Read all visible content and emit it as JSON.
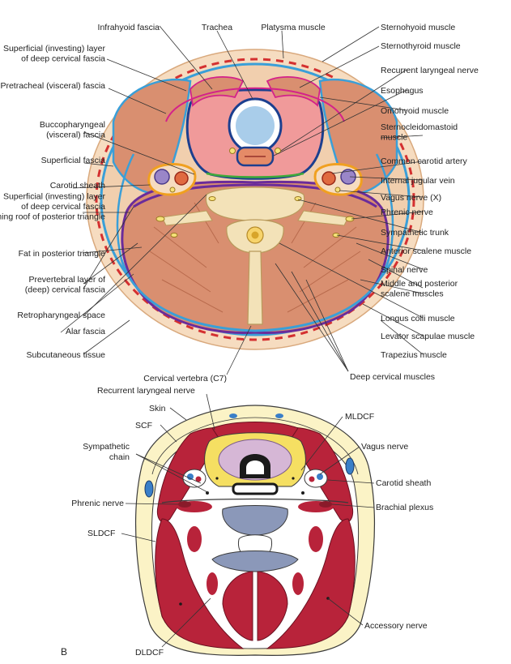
{
  "diagram_a": {
    "labels_top": {
      "infrahyoid_fascia": "Infrahyoid fascia",
      "trachea": "Trachea",
      "platysma": "Platysma muscle"
    },
    "labels_left": [
      {
        "id": "superficial_investing_1",
        "lines": [
          "Superficial (investing) layer",
          "of deep cervical fascia"
        ]
      },
      {
        "id": "pretracheal",
        "lines": [
          "Pretracheal (visceral) fascia"
        ]
      },
      {
        "id": "buccopharyngeal",
        "lines": [
          "Buccopharyngeal",
          "(visceral) fascia"
        ]
      },
      {
        "id": "superficial_fascia",
        "lines": [
          "Superficial fascia"
        ]
      },
      {
        "id": "carotid_sheath",
        "lines": [
          "Carotid sheath"
        ]
      },
      {
        "id": "superficial_investing_2",
        "lines": [
          "Superficial (investing) layer",
          "of deep cervical fascia",
          "forming roof of posterior triangle"
        ]
      },
      {
        "id": "fat_posterior",
        "lines": [
          "Fat in posterior triangle"
        ]
      },
      {
        "id": "prevertebral",
        "lines": [
          "Prevertebral layer of",
          "(deep) cervical fascia"
        ]
      },
      {
        "id": "retropharyngeal",
        "lines": [
          "Retropharyngeal space"
        ]
      },
      {
        "id": "alar",
        "lines": [
          "Alar fascia"
        ]
      },
      {
        "id": "subcutaneous",
        "lines": [
          "Subcutaneous tissue"
        ]
      }
    ],
    "labels_right": [
      {
        "id": "sternohyoid",
        "lines": [
          "Sternohyoid muscle"
        ]
      },
      {
        "id": "sternothyroid",
        "lines": [
          "Sternothyroid muscle"
        ]
      },
      {
        "id": "recurrent_laryngeal",
        "lines": [
          "Recurrent laryngeal nerve"
        ]
      },
      {
        "id": "esophagus",
        "lines": [
          "Esophagus"
        ]
      },
      {
        "id": "omohyoid",
        "lines": [
          "Omohyoid muscle"
        ]
      },
      {
        "id": "scm",
        "lines": [
          "Sternocleidomastoid",
          "muscle"
        ]
      },
      {
        "id": "common_carotid",
        "lines": [
          "Common carotid artery"
        ]
      },
      {
        "id": "internal_jugular",
        "lines": [
          "Internal jugular vein"
        ]
      },
      {
        "id": "vagus",
        "lines": [
          "Vagus nerve (X)"
        ]
      },
      {
        "id": "phrenic",
        "lines": [
          "Phrenic nerve"
        ]
      },
      {
        "id": "sympathetic_trunk",
        "lines": [
          "Sympathetic trunk"
        ]
      },
      {
        "id": "anterior_scalene",
        "lines": [
          "Anterior scalene muscle"
        ]
      },
      {
        "id": "spinal_nerve",
        "lines": [
          "Spinal nerve"
        ]
      },
      {
        "id": "scalene_mp",
        "lines": [
          "Middle and posterior",
          "scalene muscles"
        ]
      },
      {
        "id": "longus_colli",
        "lines": [
          "Longus colli muscle"
        ]
      },
      {
        "id": "levator_scapulae",
        "lines": [
          "Levator scapulae muscle"
        ]
      },
      {
        "id": "trapezius",
        "lines": [
          "Trapezius muscle"
        ]
      }
    ],
    "labels_bottom": {
      "cervical_vertebra": "Cervical vertebra (C7)",
      "deep_cervical": "Deep cervical muscles"
    }
  },
  "diagram_b": {
    "panel_letter": "B",
    "labels": {
      "recurrent_laryngeal": "Recurrent laryngeal nerve",
      "skin": "Skin",
      "scf": "SCF",
      "sympathetic_chain": [
        "Sympathetic",
        "chain"
      ],
      "phrenic": "Phrenic nerve",
      "sldcf": "SLDCF",
      "dldcf": "DLDCF",
      "mldcf": "MLDCF",
      "vagus": "Vagus nerve",
      "carotid_sheath": "Carotid sheath",
      "brachial_plexus": "Brachial plexus",
      "accessory": "Accessory nerve"
    }
  },
  "colors": {
    "skin": "#f6dcc0",
    "muscle": "#d98f70",
    "muscle_dark": "#c77a5c",
    "trachea_pink": "#f09a9a",
    "trachea_blue": "#a9cdea",
    "fascia_blue": "#3a9fd8",
    "fascia_navy": "#1c3f8f",
    "fascia_purple": "#6b2c9a",
    "fascia_magenta": "#d4228a",
    "fascia_orange": "#f0a020",
    "fascia_green": "#3faa3a",
    "b_red": "#b8233a",
    "b_yellow": "#f5df62",
    "b_cream": "#fbf3c6",
    "b_grey": "#8b98b9"
  }
}
